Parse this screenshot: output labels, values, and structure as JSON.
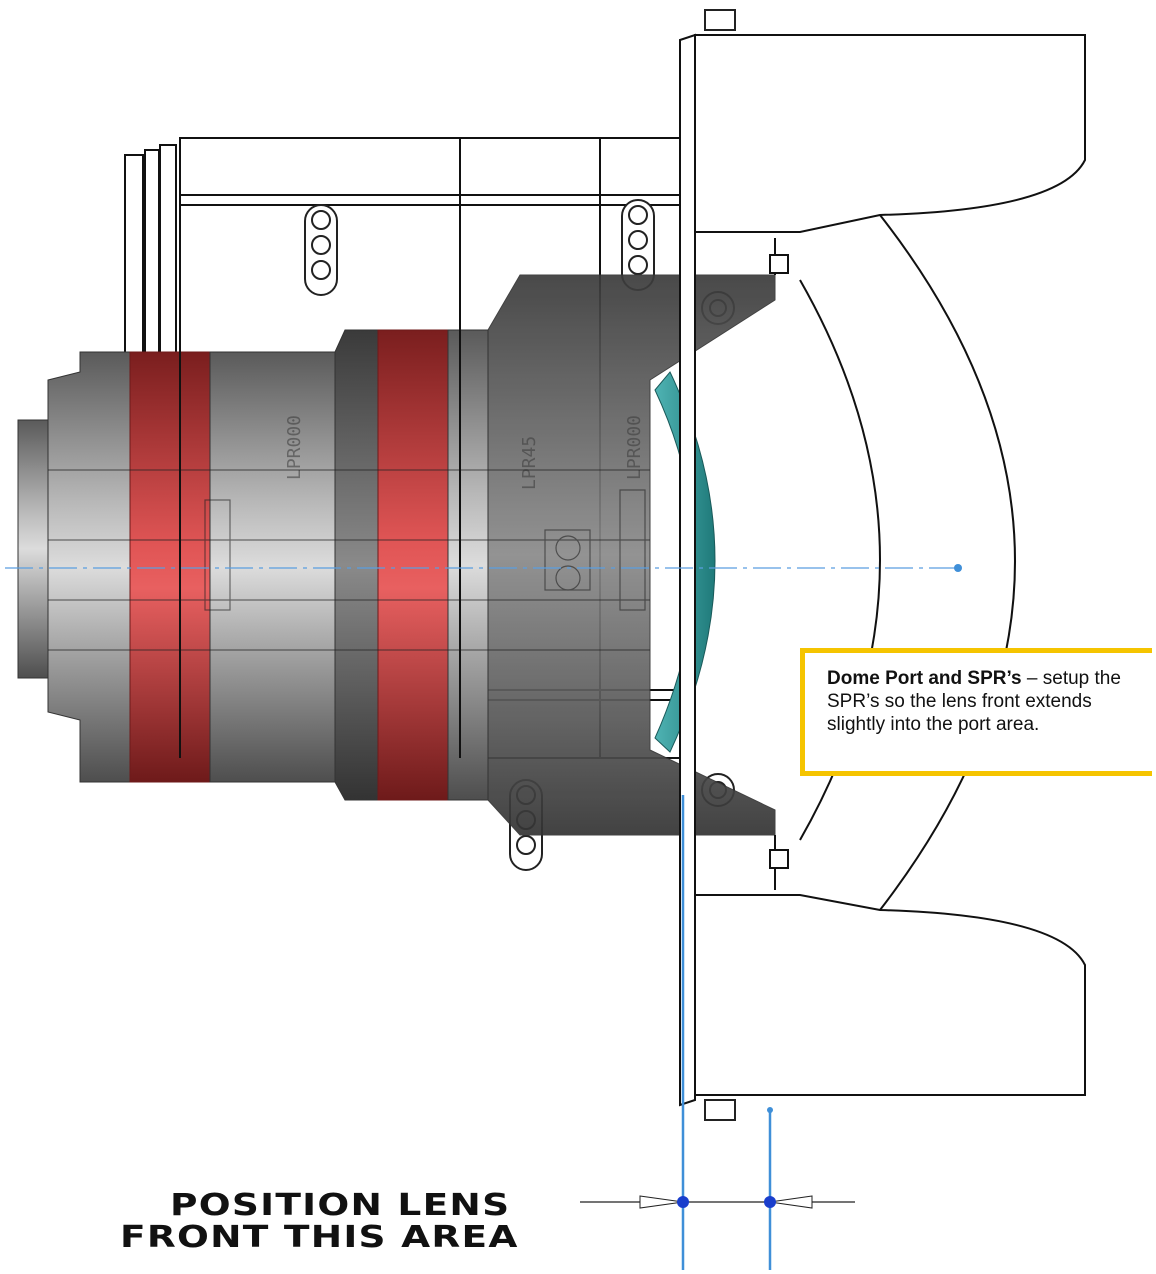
{
  "callout": {
    "title": "Dome Port and SPR’s",
    "dash": " –",
    "body": "setup the SPR’s so the lens front extends slightly into the port area."
  },
  "position_label": {
    "line1": "POSITION LENS",
    "line2": "FRONT THIS AREA"
  },
  "engravings": {
    "ring1": "LPR000",
    "ring2": "LPR45",
    "ring3": "LPR000"
  },
  "colors": {
    "focus_ring": "#c83434",
    "dome_glass": "#2a8e8e",
    "callout_border": "#f5c400",
    "dimension_line": "#3f8fd8"
  }
}
